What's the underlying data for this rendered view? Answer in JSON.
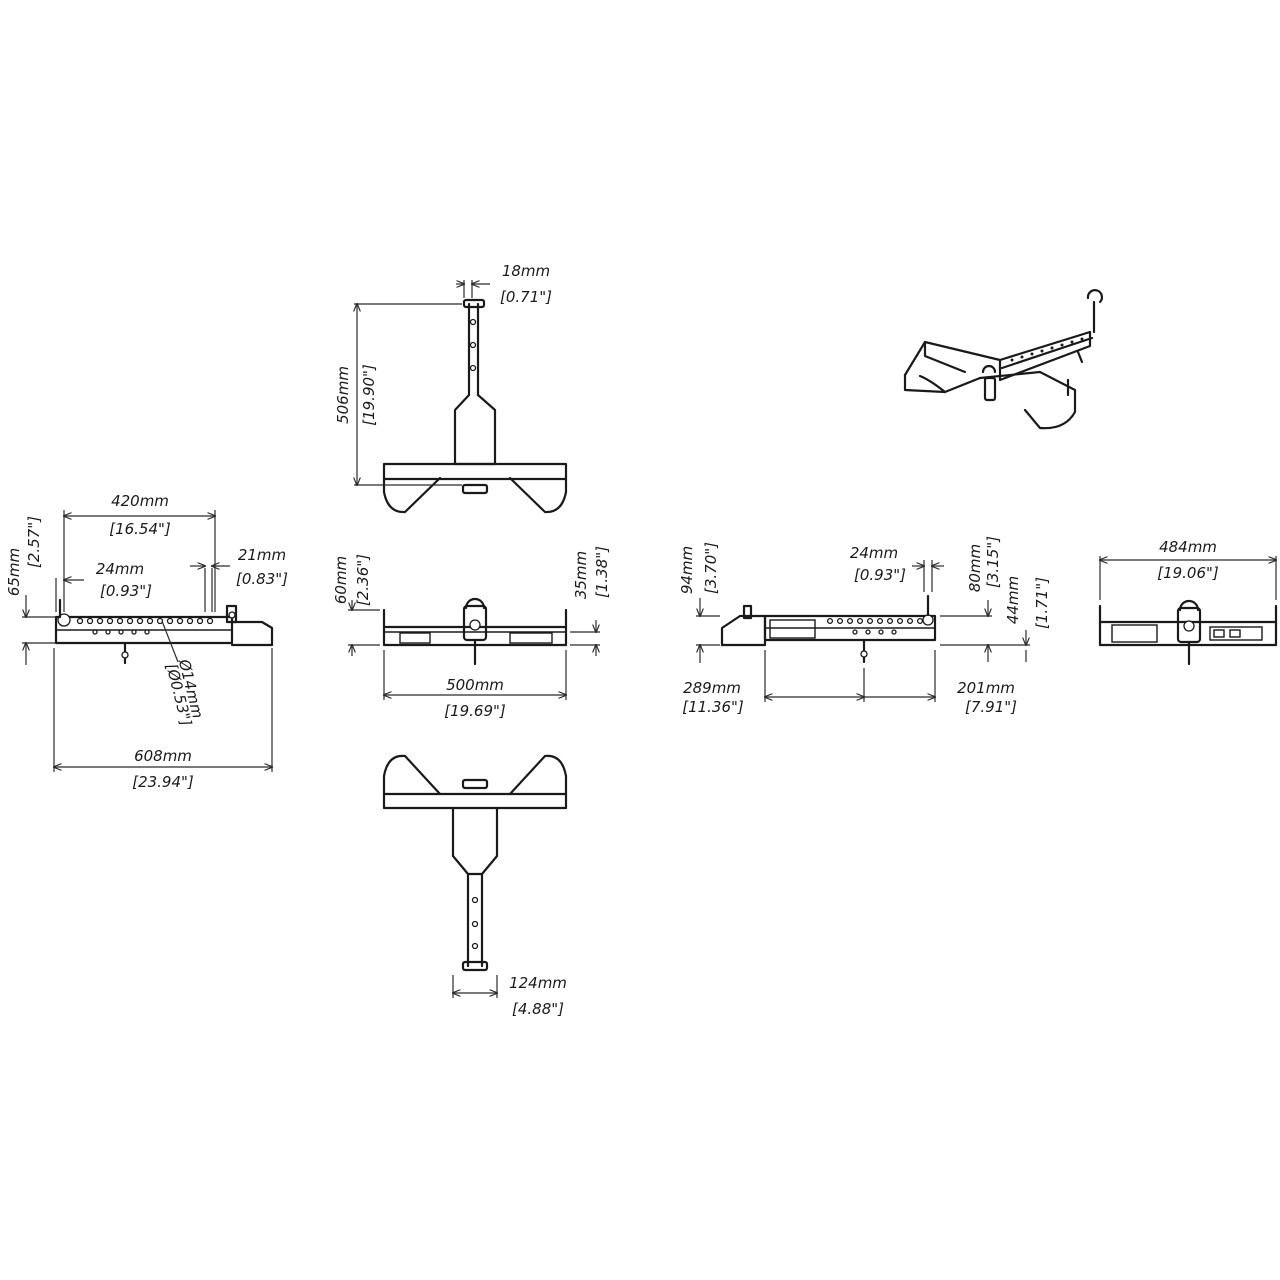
{
  "dimensions": {
    "side_left": {
      "height_mm": "65mm",
      "height_in": "[2.57\"]",
      "length_a_mm": "420mm",
      "length_a_in": "[16.54\"]",
      "offset_mm": "24mm",
      "offset_in": "[0.93\"]",
      "end_mm": "21mm",
      "end_in": "[0.83\"]",
      "hole_mm": "Ø14mm",
      "hole_in": "[Ø0.53\"]",
      "total_mm": "608mm",
      "total_in": "[23.94\"]"
    },
    "top": {
      "pin_mm": "18mm",
      "pin_in": "[0.71\"]",
      "depth_mm": "506mm",
      "depth_in": "[19.90\"]"
    },
    "front": {
      "height_mm": "60mm",
      "height_in": "[2.36\"]",
      "rail_mm": "35mm",
      "rail_in": "[1.38\"]",
      "width_mm": "500mm",
      "width_in": "[19.69\"]"
    },
    "bottom": {
      "bar_mm": "124mm",
      "bar_in": "[4.88\"]"
    },
    "side_right": {
      "height_mm": "94mm",
      "height_in": "[3.70\"]",
      "offset_mm": "24mm",
      "offset_in": "[0.93\"]",
      "pin_mm": "80mm",
      "pin_in": "[3.15\"]",
      "rail_mm": "44mm",
      "rail_in": "[1.71\"]",
      "a_mm": "289mm",
      "a_in": "[11.36\"]",
      "b_mm": "201mm",
      "b_in": "[7.91\"]"
    },
    "rear": {
      "width_mm": "484mm",
      "width_in": "[19.06\"]"
    }
  }
}
